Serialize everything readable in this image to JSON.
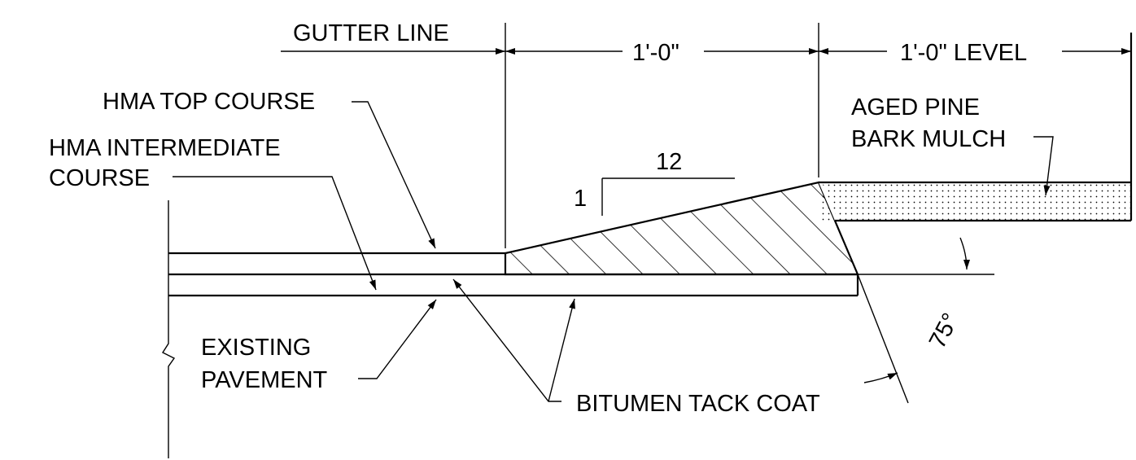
{
  "labels": {
    "gutter_line": "GUTTER LINE",
    "dim_1ft": "1'-0\"",
    "dim_1ft_level": "1'-0\" LEVEL",
    "hma_top_course": "HMA TOP COURSE",
    "hma_intermediate_line1": "HMA INTERMEDIATE",
    "hma_intermediate_line2": "COURSE",
    "aged_pine_line1": "AGED PINE",
    "aged_pine_line2": "BARK MULCH",
    "slope_run": "12",
    "slope_rise": "1",
    "existing_line1": "EXISTING",
    "existing_line2": "PAVEMENT",
    "tack_coat": "BITUMEN TACK COAT",
    "angle": "75°"
  }
}
